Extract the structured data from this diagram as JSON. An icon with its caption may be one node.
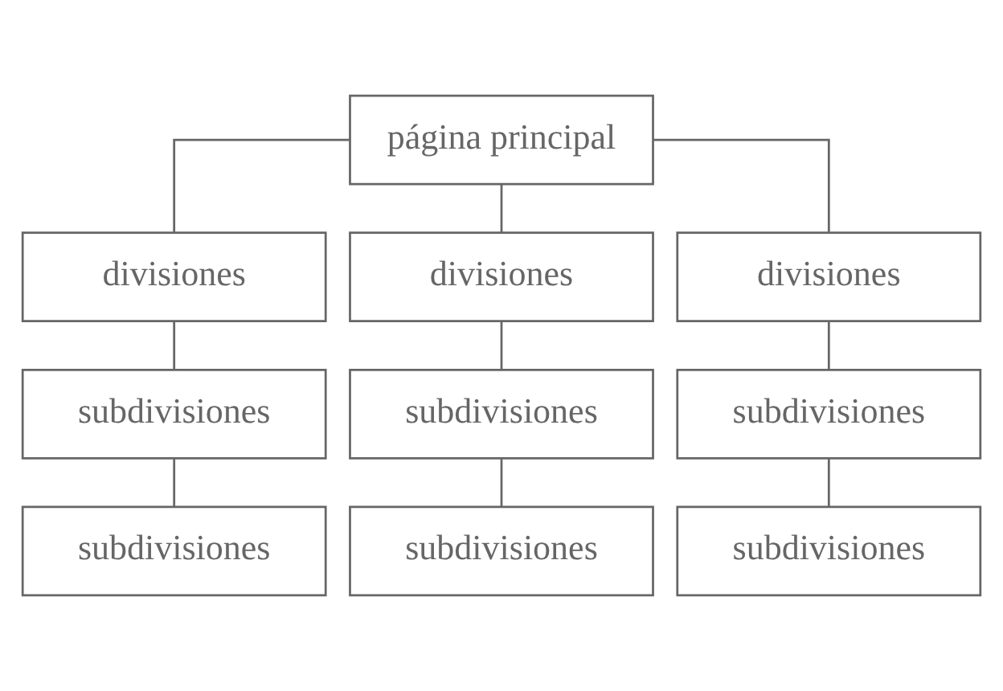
{
  "diagram": {
    "nodes": [
      {
        "text": [
          "página principal"
        ]
      },
      {
        "text": [
          "divisiones"
        ]
      },
      {
        "text": [
          "divisiones"
        ]
      },
      {
        "text": [
          "divisiones"
        ]
      },
      {
        "text": [
          "subdivisiones"
        ]
      },
      {
        "text": [
          "subdivisiones"
        ]
      },
      {
        "text": [
          "subdivisiones"
        ]
      },
      {
        "text": [
          "subdivisiones"
        ]
      },
      {
        "text": [
          "subdivisiones"
        ]
      },
      {
        "text": [
          "subdivisiones"
        ]
      }
    ],
    "edges": [
      {
        "from": 0,
        "to": 1,
        "arrow": "none"
      },
      {
        "from": 0,
        "to": 2,
        "arrow": "none"
      },
      {
        "from": 0,
        "to": 3,
        "arrow": "none"
      },
      {
        "from": 1,
        "to": 4,
        "arrow": "none"
      },
      {
        "from": 2,
        "to": 5,
        "arrow": "none"
      },
      {
        "from": 3,
        "to": 6,
        "arrow": "none"
      },
      {
        "from": 4,
        "to": 7,
        "arrow": "none"
      },
      {
        "from": 5,
        "to": 8,
        "arrow": "none"
      },
      {
        "from": 6,
        "to": 9,
        "arrow": "none"
      }
    ]
  }
}
